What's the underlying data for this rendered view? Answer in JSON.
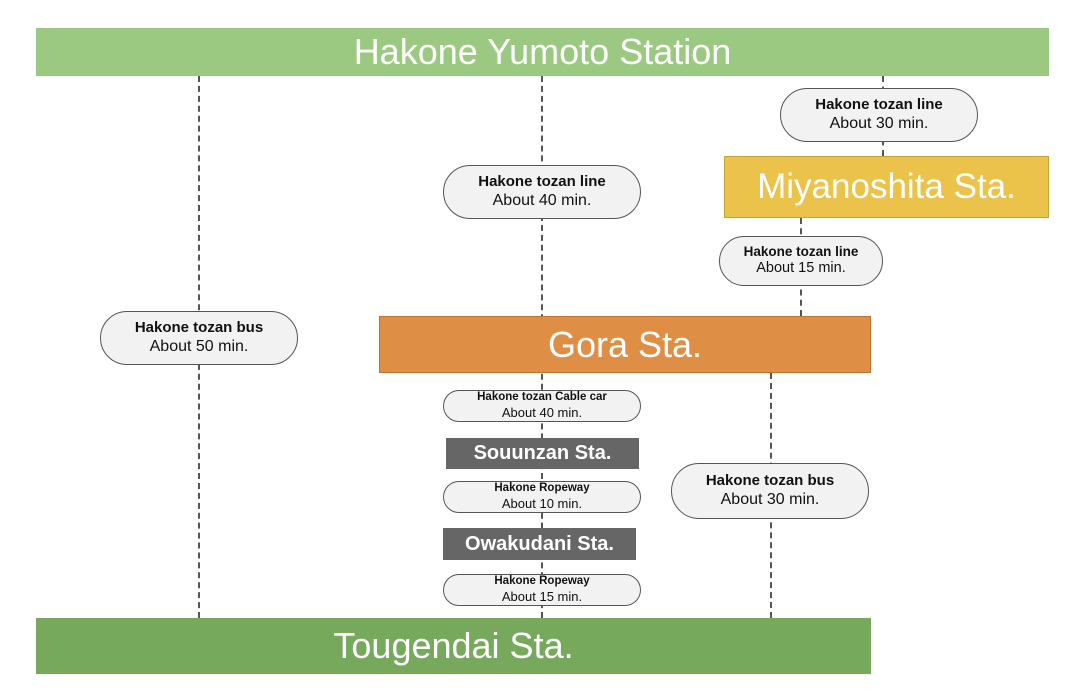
{
  "stations": {
    "yumoto": "Hakone Yumoto Station",
    "miyanoshita": "Miyanoshita Sta.",
    "gora": "Gora Sta.",
    "souunzan": "Souunzan Sta.",
    "owakudani": "Owakudani Sta.",
    "tougendai": "Tougendai Sta."
  },
  "connections": {
    "yumoto_miyanoshita": {
      "line": "Hakone tozan line",
      "time": "About 30 min."
    },
    "yumoto_gora": {
      "line": "Hakone tozan line",
      "time": "About 40 min."
    },
    "miyanoshita_gora": {
      "line": "Hakone tozan line",
      "time": "About 15 min."
    },
    "yumoto_tougendai": {
      "line": "Hakone tozan bus",
      "time": "About 50 min."
    },
    "gora_souunzan": {
      "line": "Hakone tozan Cable car",
      "time": "About 40 min."
    },
    "souunzan_owakudani": {
      "line": "Hakone Ropeway",
      "time": "About 10 min."
    },
    "owakudani_tougendai": {
      "line": "Hakone Ropeway",
      "time": "About 15 min."
    },
    "gora_tougendai": {
      "line": "Hakone tozan bus",
      "time": "About 30 min."
    }
  },
  "colors": {
    "yumoto_bar": "#9cc982",
    "miyanoshita_bar": "#ebc24a",
    "gora_bar": "#de8f45",
    "minor_station_bar": "#666666",
    "tougendai_bar": "#76a95c",
    "route_line": "#555555",
    "pill_fill": "#f2f2f2"
  }
}
